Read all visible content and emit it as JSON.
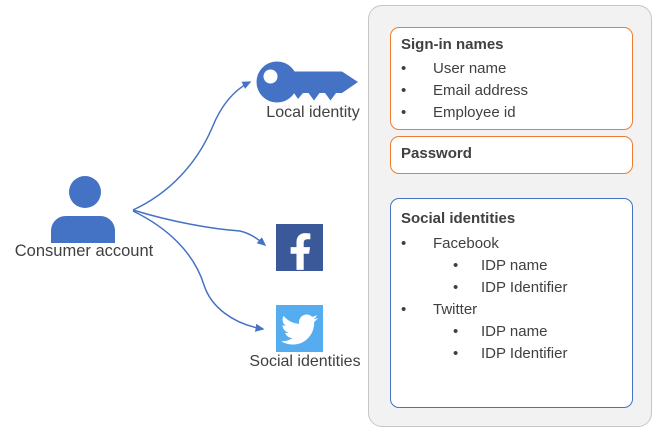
{
  "diagram": {
    "bullet_char": "•",
    "nodes": {
      "consumer_account": {
        "label": "Consumer account",
        "icon": "person-icon"
      },
      "local_identity": {
        "label": "Local identity",
        "icon": "key-icon"
      },
      "social_identities": {
        "label": "Social identities",
        "icons": [
          "facebook-icon",
          "twitter-icon"
        ]
      }
    },
    "panel": {
      "signin_box": {
        "title": "Sign-in names",
        "items": [
          "User name",
          "Email address",
          "Employee id"
        ],
        "border_color": "#ED7D31"
      },
      "password_box": {
        "title": "Password",
        "border_color": "#ED7D31"
      },
      "social_box": {
        "title": "Social identities",
        "border_color": "#4472C4",
        "providers": [
          {
            "name": "Facebook",
            "attrs": [
              "IDP name",
              "IDP Identifier"
            ]
          },
          {
            "name": "Twitter",
            "attrs": [
              "IDP name",
              "IDP Identifier"
            ]
          }
        ]
      }
    },
    "colors": {
      "accent_blue": "#4472C4",
      "orange": "#ED7D31",
      "facebook_blue": "#3B5998",
      "twitter_blue": "#55ACEE",
      "panel_fill": "#F2F2F2",
      "panel_border": "#C6C6C6",
      "text": "#404040"
    }
  }
}
